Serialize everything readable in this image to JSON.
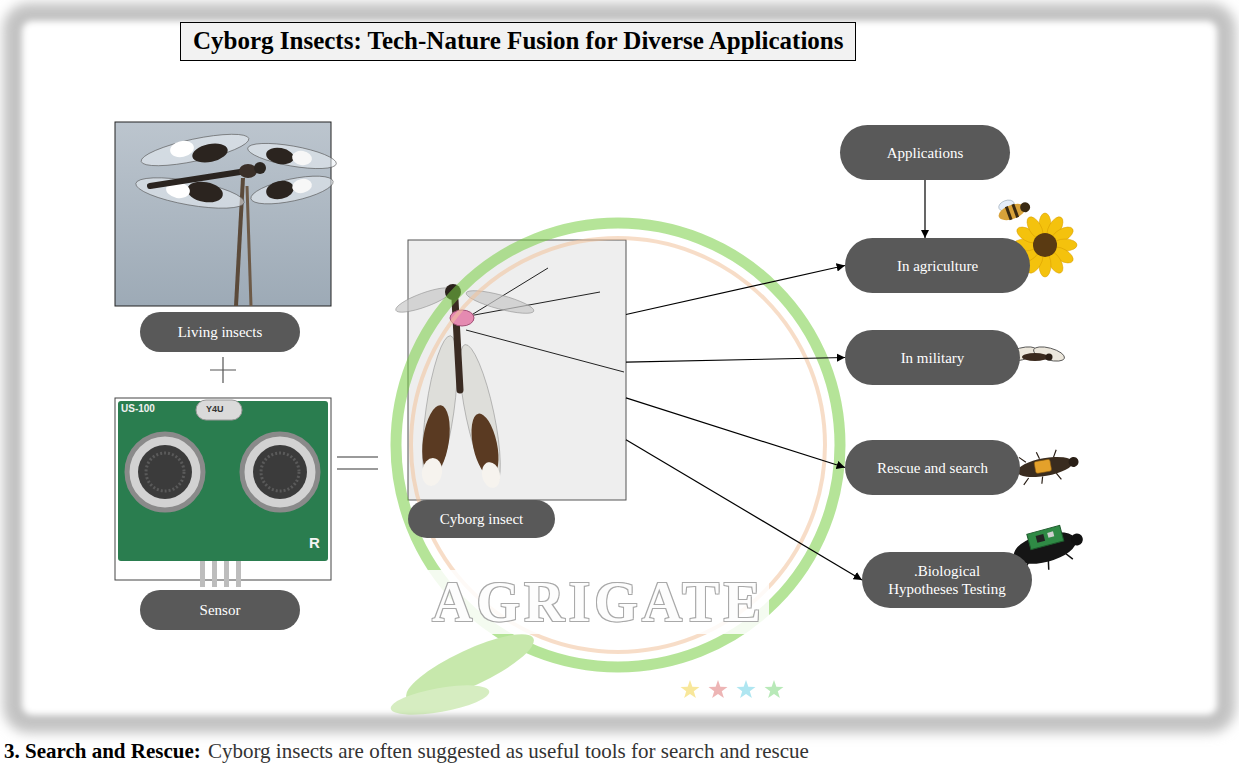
{
  "diagram": {
    "title": "Cyborg Insects: Tech-Nature Fusion for Diverse Applications",
    "nodes": [
      {
        "text": [
          "Living insects"
        ]
      },
      {
        "text": [
          "Sensor"
        ]
      },
      {
        "text": [
          "Cyborg insect"
        ]
      },
      {
        "text": [
          "Applications"
        ]
      },
      {
        "text": [
          "In agriculture"
        ]
      },
      {
        "text": [
          "In military"
        ]
      },
      {
        "text": [
          "Rescue and search"
        ]
      },
      {
        "text": [
          ".Biological Hypotheses Testing"
        ]
      }
    ],
    "edges": [
      {
        "from": 3,
        "to": 4,
        "arrow": "to"
      },
      {
        "from": 2,
        "to": 4,
        "arrow": "to"
      },
      {
        "from": 2,
        "to": 5,
        "arrow": "to"
      },
      {
        "from": 2,
        "to": 6,
        "arrow": "to"
      },
      {
        "from": 2,
        "to": 7,
        "arrow": "to"
      }
    ],
    "labels": [
      "US-100",
      "Y4U",
      "R",
      "AGRIGATE",
      "3. Search and Rescue:",
      "Cyborg insects are often suggested as useful tools for search and rescue"
    ]
  }
}
